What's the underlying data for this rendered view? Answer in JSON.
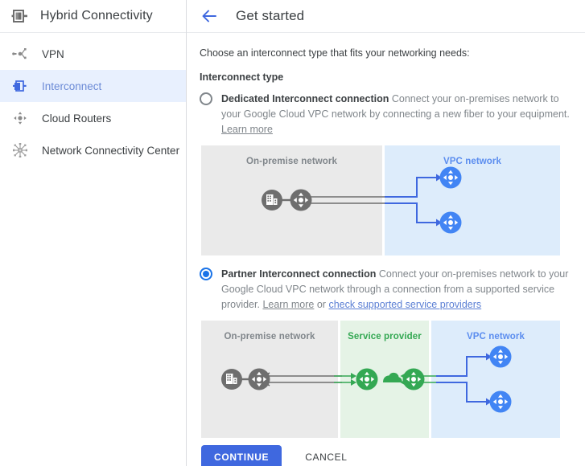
{
  "sidebar": {
    "product_title": "Hybrid Connectivity",
    "product_icon": "interconnect-product-icon",
    "items": [
      {
        "label": "VPN",
        "icon": "vpn-icon",
        "active": false
      },
      {
        "label": "Interconnect",
        "icon": "interconnect-icon",
        "active": true
      },
      {
        "label": "Cloud Routers",
        "icon": "cloud-router-icon",
        "active": false
      },
      {
        "label": "Network Connectivity Center",
        "icon": "network-connectivity-center-icon",
        "active": false
      }
    ]
  },
  "header": {
    "back_icon": "back-arrow-icon",
    "title": "Get started"
  },
  "main": {
    "intro": "Choose an interconnect type that fits your networking needs:",
    "section_label": "Interconnect type",
    "options": [
      {
        "id": "dedicated",
        "title": "Dedicated Interconnect connection",
        "description": "Connect your on-premises network to your Google Cloud VPC network by connecting a new fiber to your equipment.",
        "learn_more": "Learn more",
        "selected": false
      },
      {
        "id": "partner",
        "title": "Partner Interconnect connection",
        "description": "Connect your on-premises network to your Google Cloud VPC network through a connection from a supported service provider.",
        "learn_more": "Learn more",
        "conjunction": "or",
        "extra_link": "check supported service providers",
        "selected": true
      }
    ],
    "diagrams": {
      "dedicated": {
        "zones": [
          {
            "label": "On-premise network",
            "color": "#eaeaea",
            "text_color": "#80868b"
          },
          {
            "label": "VPC network",
            "color": "#ddecfb",
            "text_color": "#5b8def"
          }
        ],
        "nodes": [
          "on-prem-building",
          "on-prem-router",
          "vpc-router-top",
          "vpc-router-bottom"
        ]
      },
      "partner": {
        "zones": [
          {
            "label": "On-premise network",
            "color": "#eaeaea",
            "text_color": "#80868b"
          },
          {
            "label": "Service provider",
            "color": "#e5f3e6",
            "text_color": "#34a853"
          },
          {
            "label": "VPC network",
            "color": "#ddecfb",
            "text_color": "#5b8def"
          }
        ],
        "nodes": [
          "on-prem-building",
          "on-prem-router",
          "provider-router-left",
          "provider-cloud",
          "provider-router-right",
          "vpc-router-top",
          "vpc-router-bottom"
        ]
      }
    },
    "actions": {
      "continue_label": "CONTINUE",
      "cancel_label": "CANCEL"
    }
  },
  "colors": {
    "accent_blue": "#1a73e8",
    "button_blue": "#3f68df",
    "green": "#34a853",
    "gray_zone": "#eaeaea",
    "green_zone": "#e5f3e6",
    "blue_zone": "#ddecfb",
    "sidebar_active": "#e8f0fe"
  }
}
